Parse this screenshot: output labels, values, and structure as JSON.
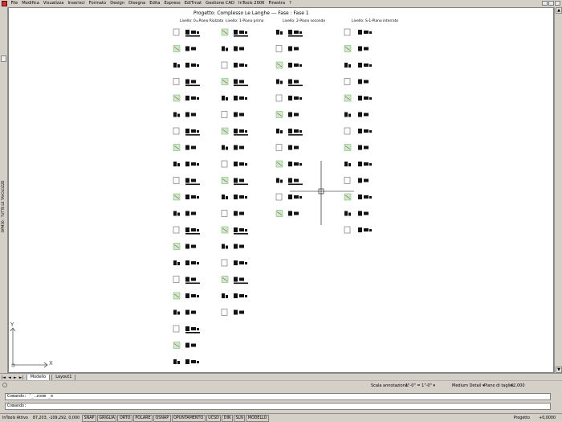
{
  "menu": {
    "items": [
      "File",
      "Modifica",
      "Visualizza",
      "Inserisci",
      "Formato",
      "Design",
      "Disegna",
      "Edita",
      "Express",
      "EdiTmat",
      "Gestione CAD",
      "InTools 2006",
      "Finestra",
      "?"
    ]
  },
  "drawing": {
    "title": "Progetto: Complesso Le Langhe --- Fase : Fase 1",
    "columns": [
      "Livello: 0=Piano Rialzato",
      "Livello: 1-Piano primo",
      "Livello: 2-Piano secondo",
      "Livello: S-1-Piano interrato"
    ],
    "ucs": {
      "y": "Y",
      "x": "X"
    }
  },
  "sidebar": {
    "vertical_label": "DPM50 : TUTTE LE TAVOLOZZE"
  },
  "tabs": {
    "nav": [
      "|◄",
      "◄",
      "►",
      "►|"
    ],
    "items": [
      "Modello",
      "Layout1"
    ]
  },
  "annotation_bar": {
    "scale_label": "Scala annotazione:",
    "scale_value": "1\"-0\" = 1\"-0\" ▾",
    "detail_value": "Medium Detail ▾",
    "cut_label": "Piano di taglio:",
    "cut_value": "42,000"
  },
  "command": {
    "history": "Comando: '_.zoom _e",
    "prompt": "Comando:"
  },
  "status": {
    "app": "InTools Attivo",
    "coords": "87,203, -109,292, 0,000",
    "buttons": [
      "SNAP",
      "GRIGLIA",
      "ORTO",
      "POLARE",
      "OSNAP",
      "OPUNTAMENTO",
      "UCSD",
      "DIN",
      "SLN",
      "MODELLO"
    ],
    "project": "Progetto",
    "value": "+0,0000"
  }
}
